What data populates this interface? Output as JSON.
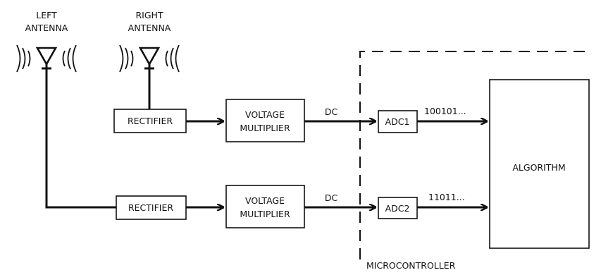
{
  "antennas": {
    "left": {
      "line1": "LEFT",
      "line2": "ANTENNA"
    },
    "right": {
      "line1": "RIGHT",
      "line2": "ANTENNA"
    }
  },
  "top_path": {
    "rectifier": "RECTIFIER",
    "multiplier_line1": "VOLTAGE",
    "multiplier_line2": "MULTIPLIER",
    "signal": "DC",
    "adc": "ADC1",
    "bits": "100101..."
  },
  "bottom_path": {
    "rectifier": "RECTIFIER",
    "multiplier_line1": "VOLTAGE",
    "multiplier_line2": "MULTIPLIER",
    "signal": "DC",
    "adc": "ADC2",
    "bits": "11011..."
  },
  "algorithm": "ALGORITHM",
  "microcontroller": "MICROCONTROLLER"
}
